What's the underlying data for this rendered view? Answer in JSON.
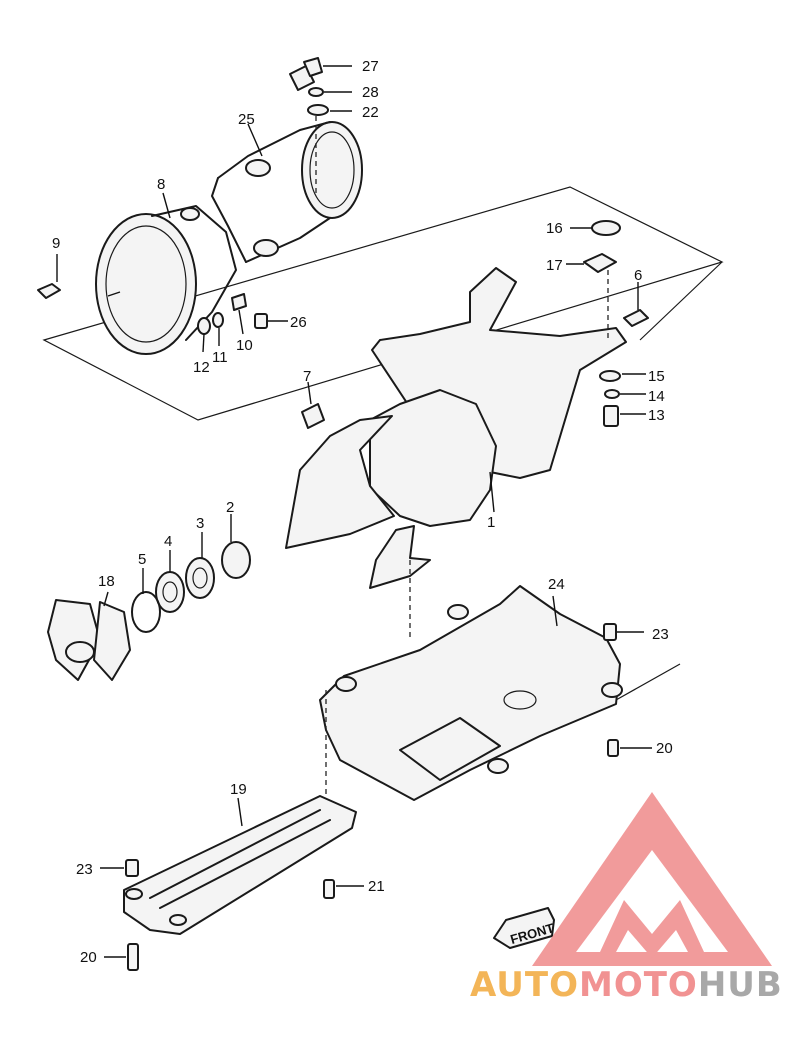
{
  "callouts": [
    "1",
    "2",
    "3",
    "4",
    "5",
    "6",
    "7",
    "8",
    "9",
    "10",
    "11",
    "12",
    "13",
    "14",
    "15",
    "16",
    "17",
    "18",
    "19",
    "20",
    "20",
    "21",
    "22",
    "23",
    "23",
    "24",
    "25",
    "26",
    "27",
    "28"
  ],
  "front_label": "FRONT",
  "watermark": {
    "part1": "AUTO",
    "part2": "MOTO",
    "part3": "HUB",
    "color1": "#f2a93b",
    "color2": "#ef7f7f",
    "color3": "#9a9a9a"
  }
}
